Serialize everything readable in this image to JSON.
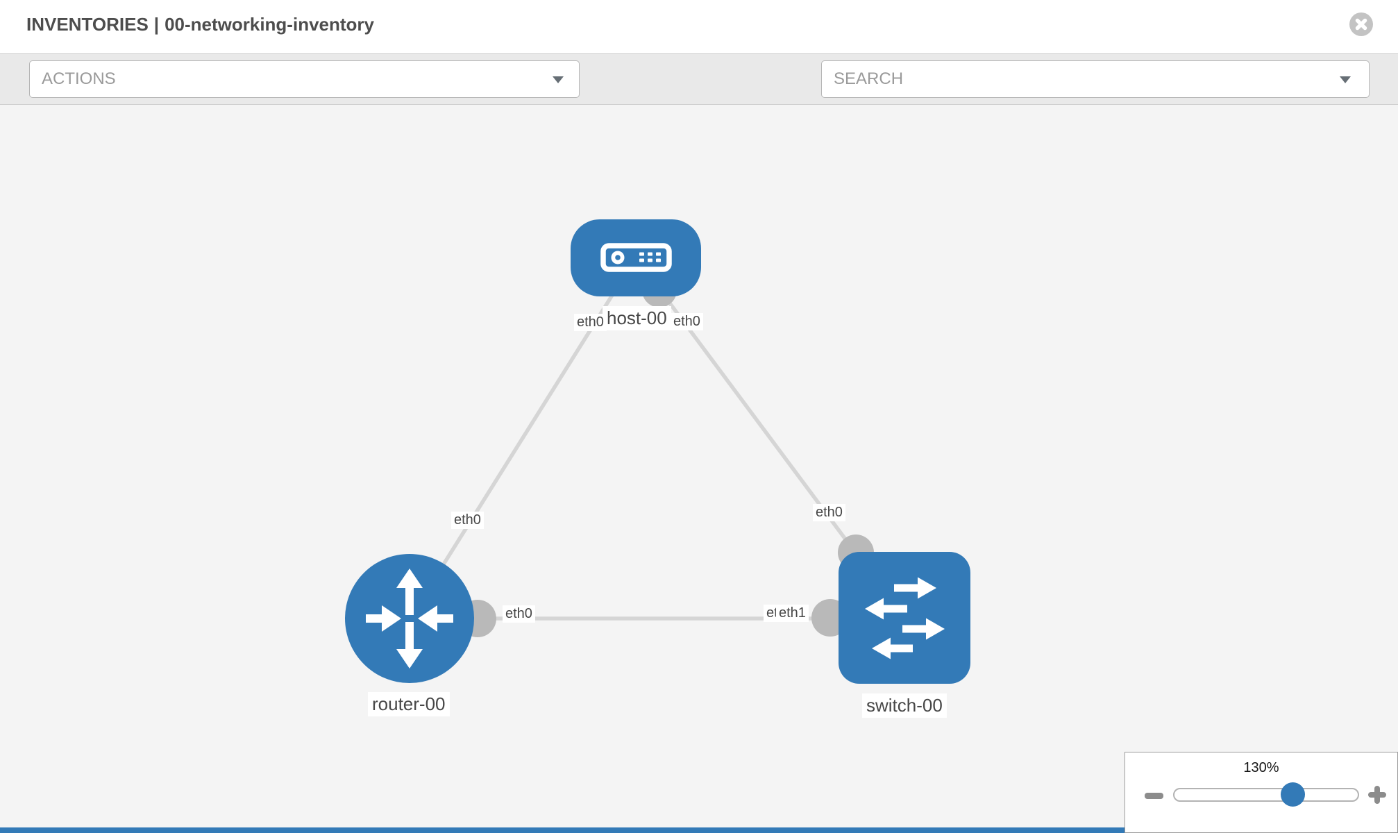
{
  "header": {
    "title_prefix": "INVENTORIES",
    "separator": "|",
    "inventory_name": "00-networking-inventory"
  },
  "toolbar": {
    "actions_label": "ACTIONS",
    "search_placeholder": "SEARCH"
  },
  "icons": {
    "close": "circle-x",
    "actions_chevron": "chevron-down",
    "search_chevron": "chevron-down",
    "tools": [
      "wrench",
      "key"
    ],
    "zoom_out": "minus",
    "zoom_in": "plus"
  },
  "topology": {
    "nodes": [
      {
        "id": "host-00",
        "type": "host",
        "label": "host-00",
        "icon": "host-device-icon"
      },
      {
        "id": "router-00",
        "type": "router",
        "label": "router-00",
        "icon": "router-arrows-icon"
      },
      {
        "id": "switch-00",
        "type": "switch",
        "label": "switch-00",
        "icon": "switch-arrows-icon"
      }
    ],
    "links": [
      {
        "from": "host-00",
        "to": "router-00",
        "from_port": "eth0",
        "to_port": "eth0"
      },
      {
        "from": "host-00",
        "to": "switch-00",
        "from_port": "eth0",
        "to_port": "eth0"
      },
      {
        "from": "router-00",
        "to": "switch-00",
        "from_port": "eth0",
        "to_port": "eth1"
      }
    ],
    "ports": {
      "host_left": "eth0",
      "host_right": "eth0",
      "router_uplink": "eth0",
      "switch_uplink": "eth0",
      "router_lan": "eth0",
      "switch_lan_back": "eth0",
      "switch_lan_front": "eth1"
    }
  },
  "zoom_control": {
    "level": "130%"
  },
  "colors": {
    "node_blue": "#337ab7",
    "link_gray": "#d5d5d5",
    "interface_gray": "#b9b9b9",
    "canvas_bg": "#f4f4f4",
    "toolbar_bg": "#e9e9e9"
  }
}
